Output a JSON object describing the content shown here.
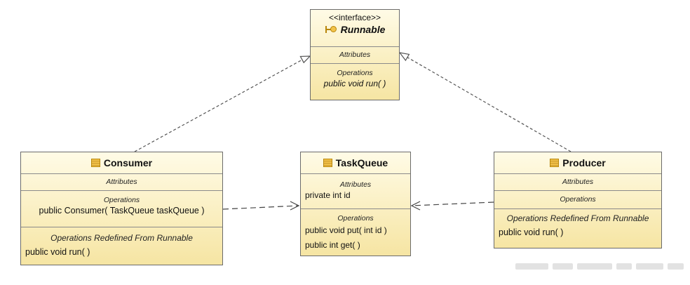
{
  "runnable": {
    "stereotype": "<<interface>>",
    "name": "Runnable",
    "attributes_label": "Attributes",
    "operations_label": "Operations",
    "operations": [
      "public void  run( )"
    ]
  },
  "consumer": {
    "name": "Consumer",
    "attributes_label": "Attributes",
    "operations_label": "Operations",
    "operations": [
      "public Consumer( TaskQueue taskQueue )"
    ],
    "redefined_label": "Operations Redefined From Runnable",
    "redefined": [
      "public void  run(  )"
    ]
  },
  "taskqueue": {
    "name": "TaskQueue",
    "attributes_label": "Attributes",
    "attributes": [
      "private int id"
    ],
    "operations_label": "Operations",
    "operations": [
      "public void  put( int id )",
      "public int  get(  )"
    ]
  },
  "producer": {
    "name": "Producer",
    "attributes_label": "Attributes",
    "operations_label": "Operations",
    "redefined_label": "Operations Redefined From Runnable",
    "redefined": [
      "public void  run(  )"
    ]
  }
}
